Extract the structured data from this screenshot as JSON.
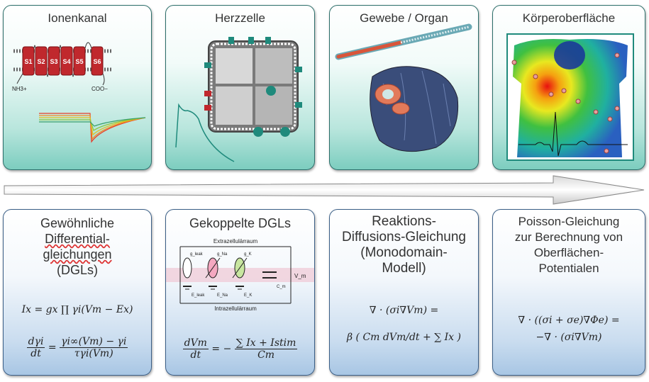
{
  "top_panels": [
    {
      "title": "Ionenkanal"
    },
    {
      "title": "Herzzelle"
    },
    {
      "title": "Gewebe / Organ"
    },
    {
      "title": "Körperoberfläche"
    }
  ],
  "ion_channel": {
    "segments": [
      "S1",
      "S2",
      "S3",
      "S4",
      "S5",
      "S6"
    ],
    "n_term": "NH3+",
    "c_term": "COO−"
  },
  "bottom_panels": [
    {
      "title_lines": [
        "Gewöhnliche",
        "Differential-",
        "gleichungen",
        "(DGLs)"
      ],
      "eq1": "Ix = gx ∏ γi(Vm − Ex)",
      "eq2_lhs_num": "dγi",
      "eq2_lhs_den": "dt",
      "eq2_rhs_num": "γi∞(Vm) − γi",
      "eq2_rhs_den": "τγi(Vm)"
    },
    {
      "title_lines": [
        "Gekoppelte DGLs"
      ],
      "circuit": {
        "top_label": "Extrazellulärraum",
        "bottom_label": "Intrazellulärraum",
        "g_leak": "g_leak",
        "g_na": "g_Na",
        "g_k": "g_K",
        "e_leak": "E_leak",
        "e_na": "E_Na",
        "e_k": "E_K",
        "cm": "C_m",
        "vm": "V_m"
      },
      "eq_lhs_num": "dVm",
      "eq_lhs_den": "dt",
      "eq_rhs_num": "∑ Ix + Istim",
      "eq_rhs_den": "Cm"
    },
    {
      "title_lines": [
        "Reaktions-",
        "Diffusions-Gleichung",
        "(Monodomain-",
        "Modell)"
      ],
      "eq1": "∇ · (σi∇Vm) =",
      "eq2": "β ( Cm dVm/dt + ∑ Ix )"
    },
    {
      "title_lines": [
        "Poisson-Gleichung",
        "zur Berechnung von",
        "Oberflächen-",
        "Potentialen"
      ],
      "eq1": "∇ · ((σi + σe)∇Φe) =",
      "eq2": "−∇ · (σi∇Vm)"
    }
  ],
  "colors": {
    "top_border": "#2c6e6a",
    "bottom_border": "#3b5f87",
    "channel_red": "#c0282d",
    "arrow": "#ffffff"
  }
}
